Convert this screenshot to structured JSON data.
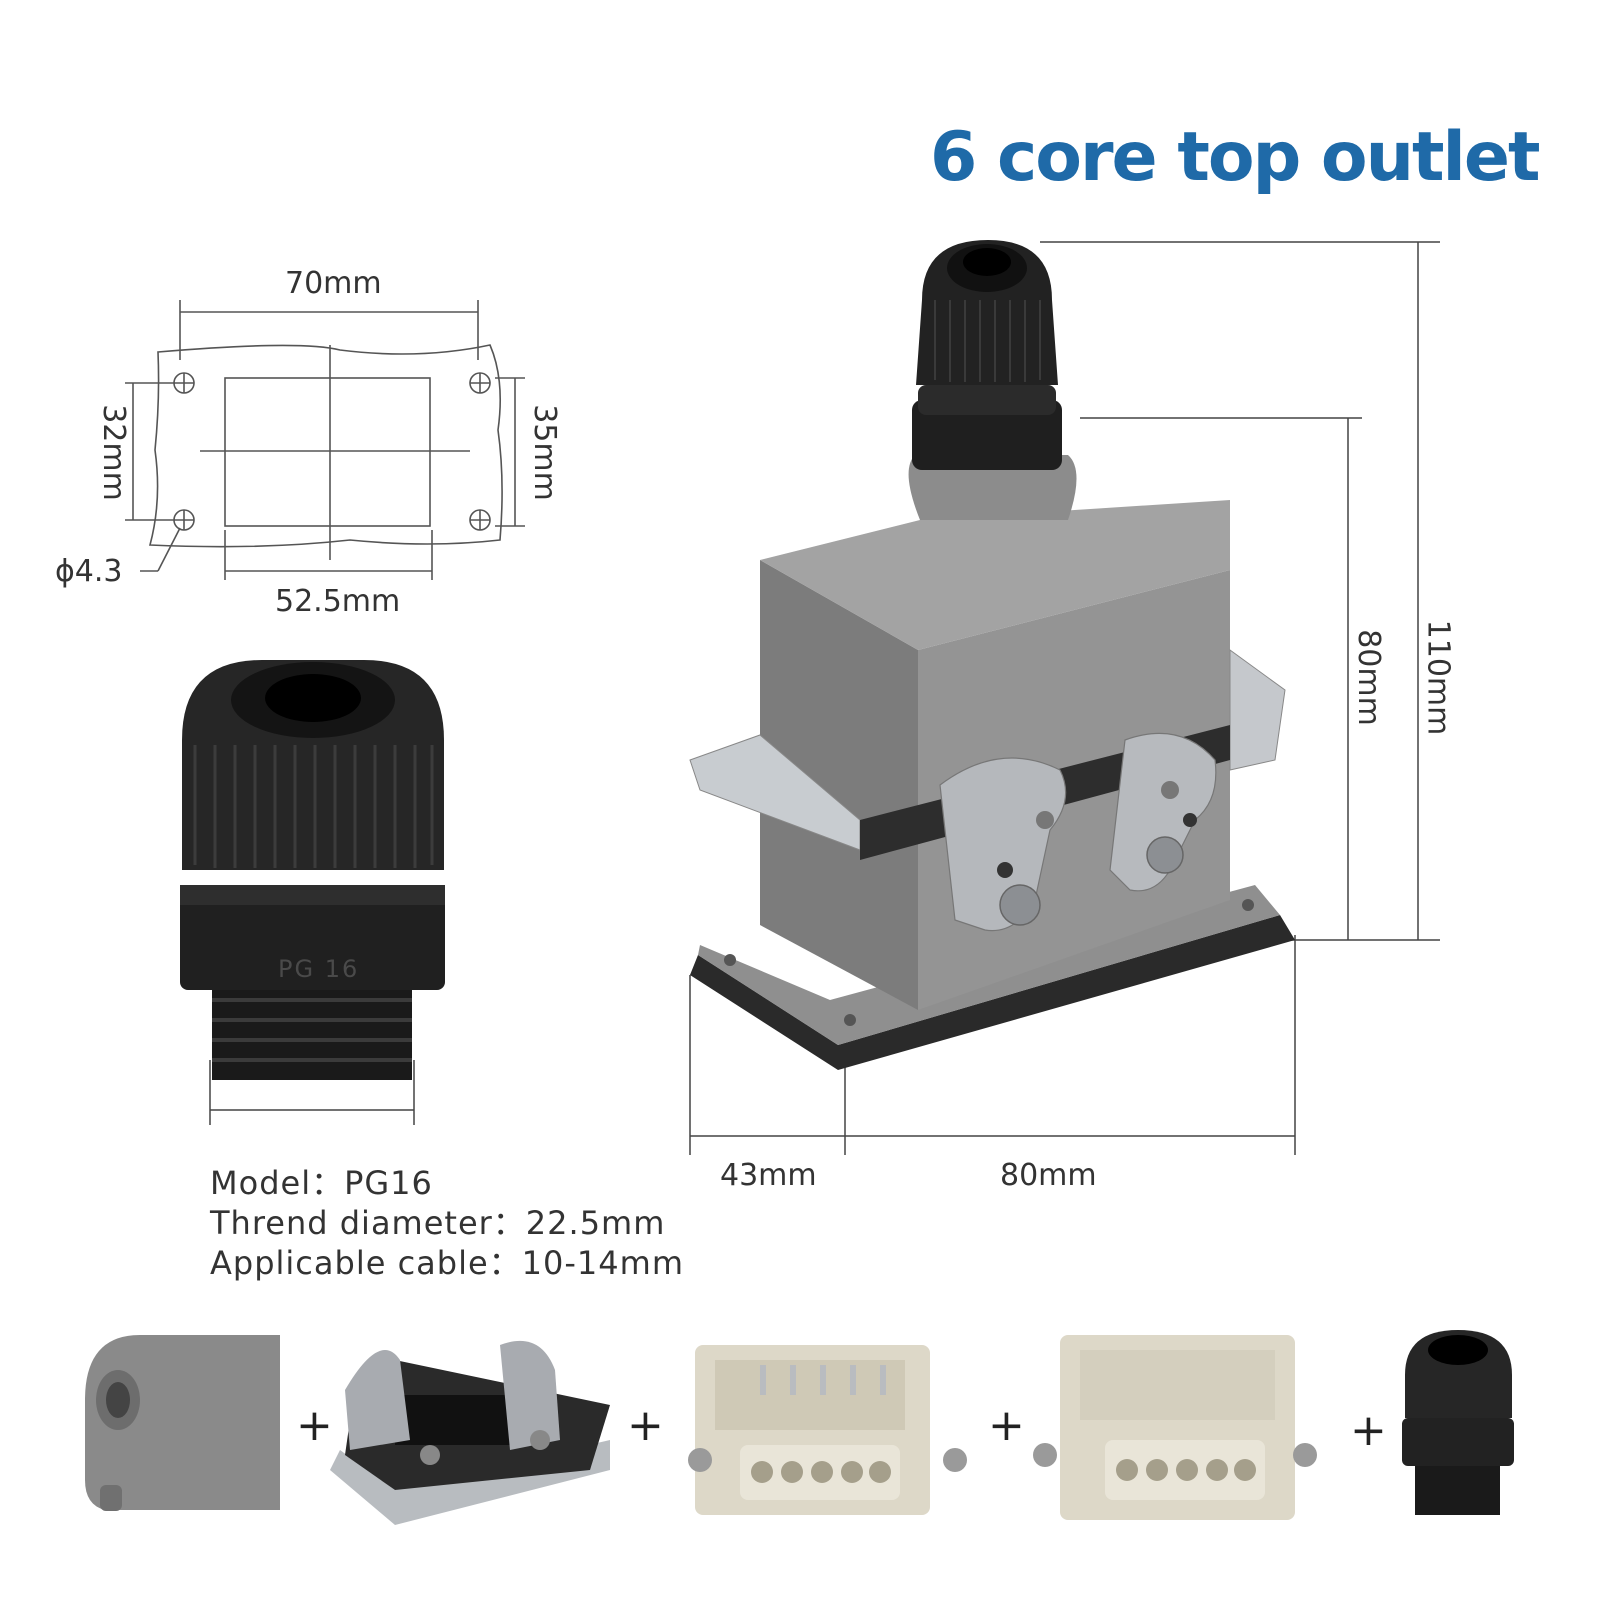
{
  "title": "6 core top outlet",
  "dimensions": {
    "mount_width": "70mm",
    "mount_height_left": "32mm",
    "mount_height_right": "35mm",
    "hole_diameter": "ϕ4.3",
    "inner_width": "52.5mm",
    "height_body": "80mm",
    "height_total": "110mm",
    "depth": "43mm",
    "width": "80mm"
  },
  "gland": {
    "marking": "PG 16",
    "spec_lines": [
      "Model：PG16",
      "Thrend diameter：22.5mm",
      "Applicable cable：10-14mm"
    ]
  },
  "components": {
    "plus": "+"
  },
  "colors": {
    "title": "#1f6aa8",
    "housing": "#8a8a8a",
    "gland": "#1e1e1e",
    "insert": "#e0dccd",
    "metal": "#b9bcc0"
  }
}
